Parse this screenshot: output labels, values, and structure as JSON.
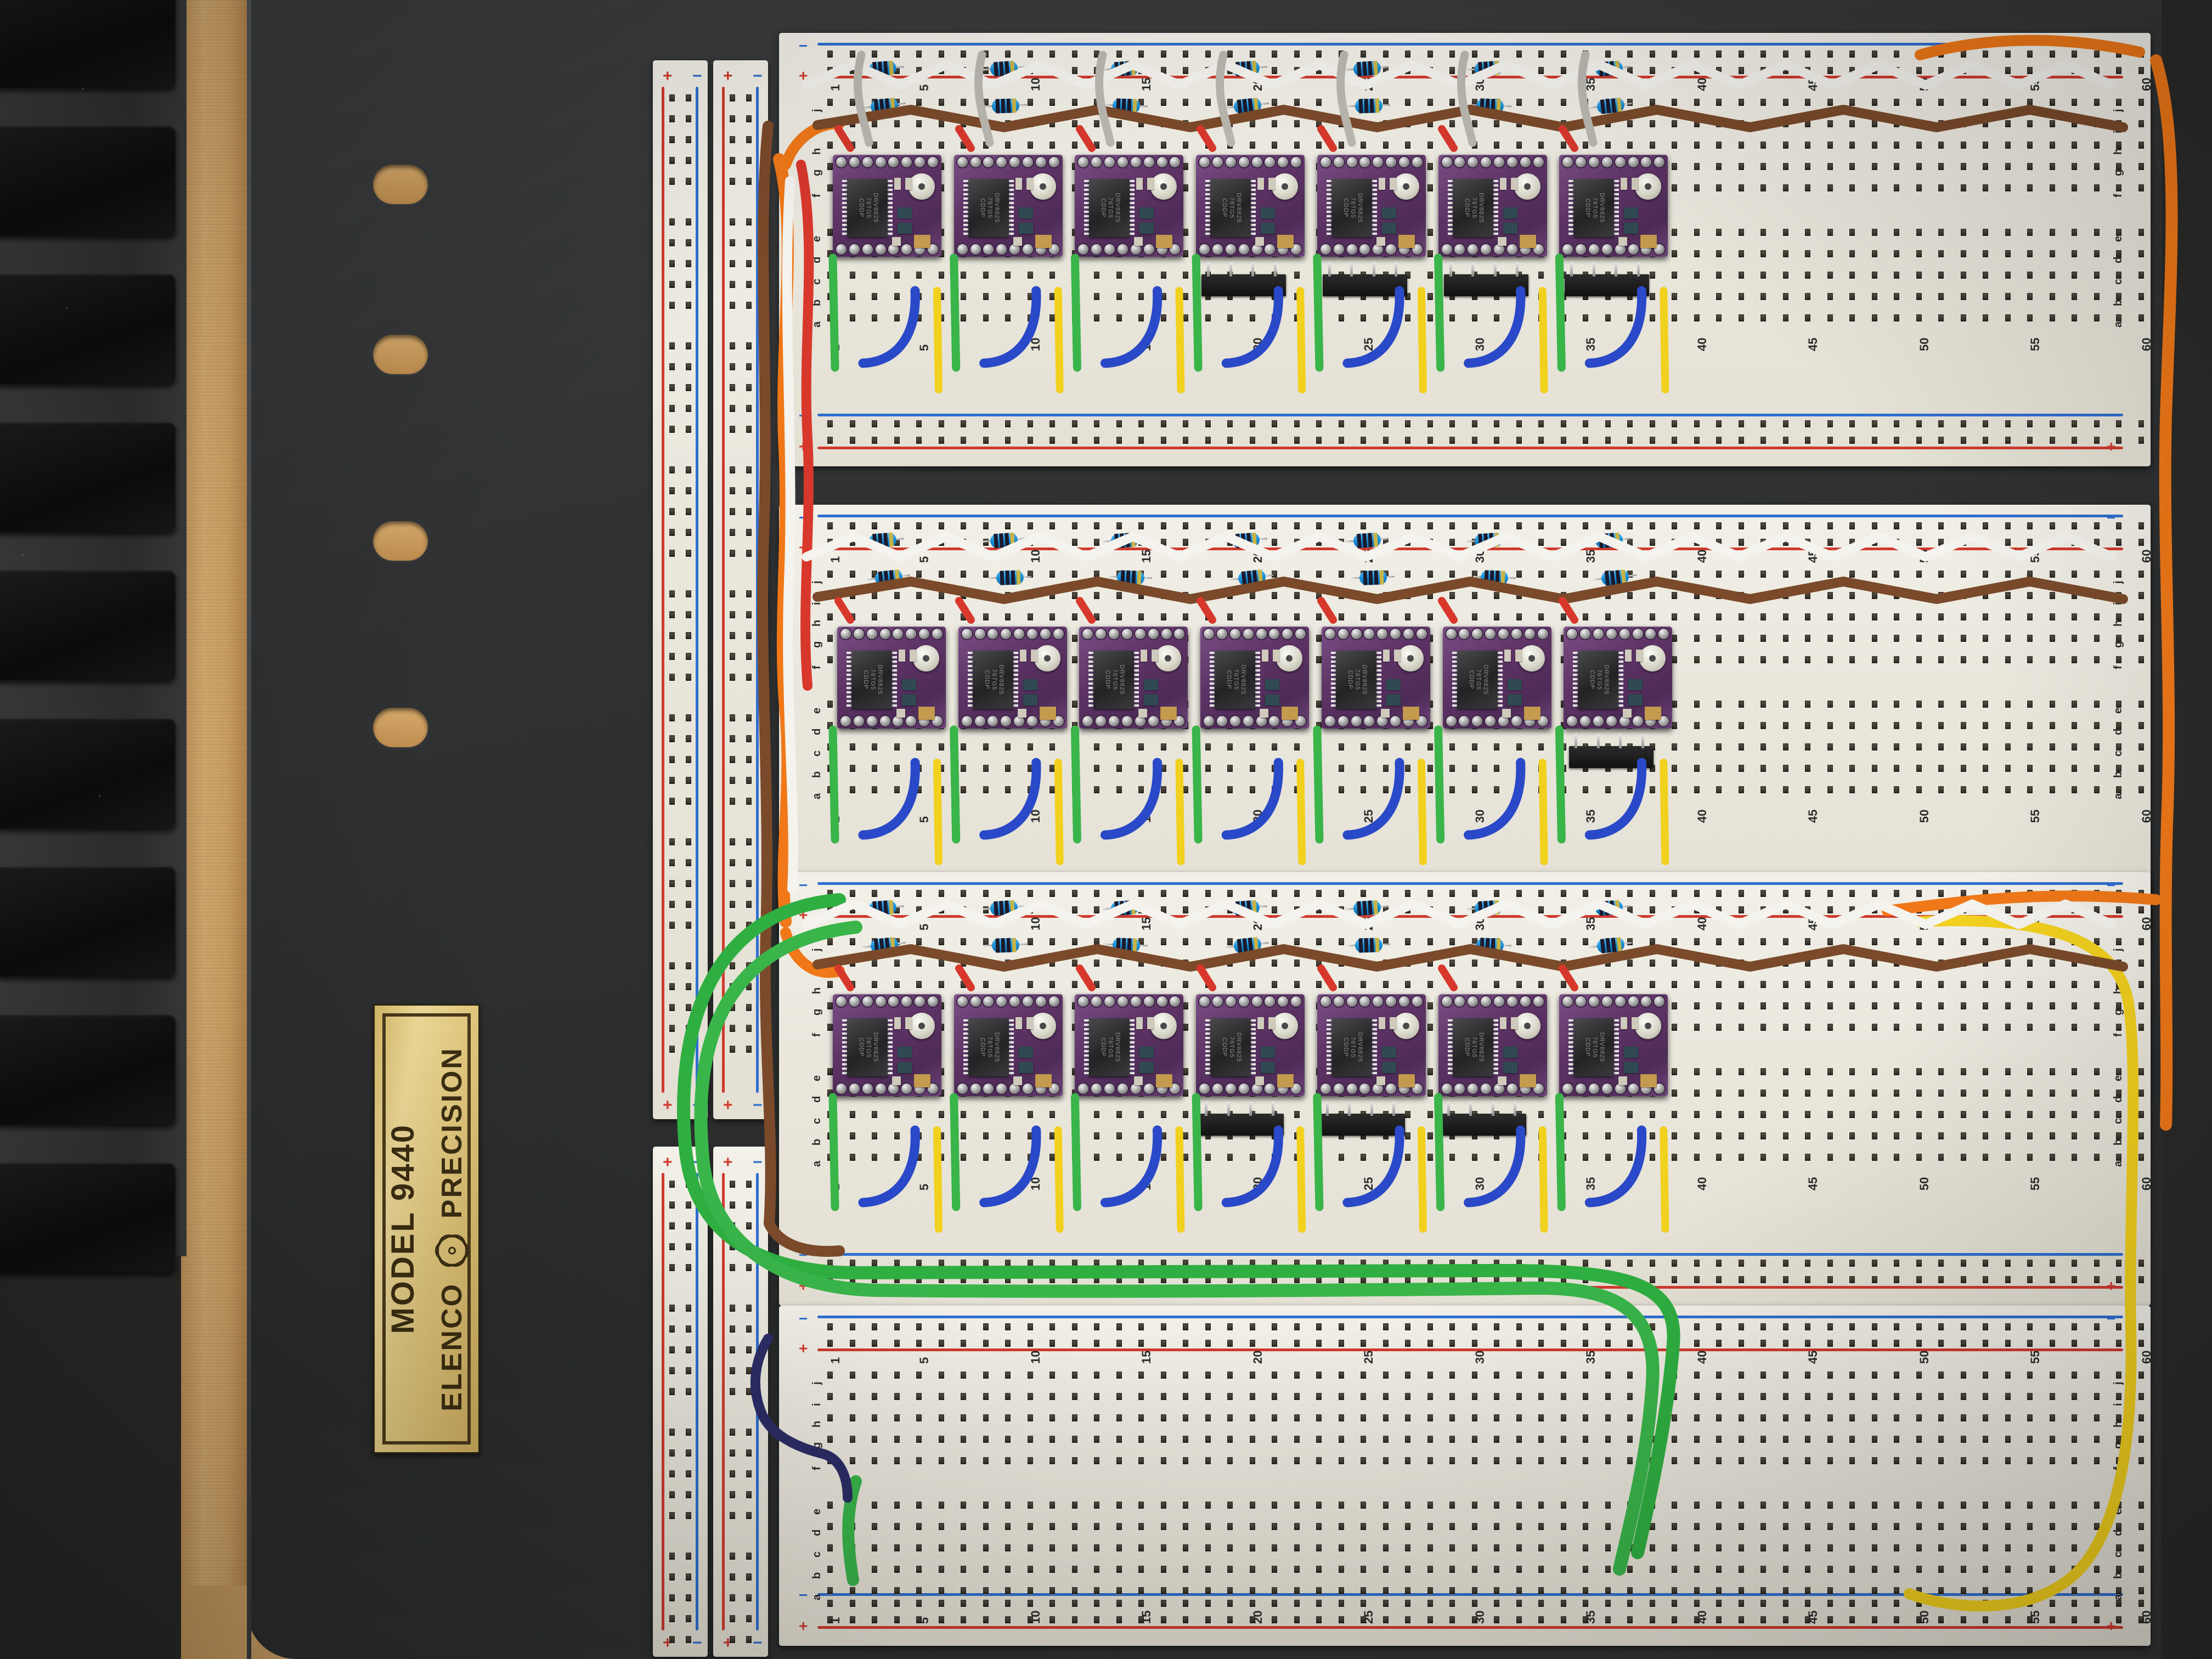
{
  "scene": {
    "description": "Top-down photo of three solderless breadboards populated with 21 purple DRV8825 stepper driver modules",
    "surface": "wooden desk",
    "keyboard_present": "black keyboard keys at left edge"
  },
  "nameplate": {
    "brand": "ELENCO",
    "line1": "ELENCO ⚛ PRECISION",
    "line2": "MODEL 9440",
    "brand_word": "ELENCO",
    "precision_word": "PRECISION",
    "model_text": "MODEL 9440",
    "logo": "atom-logo",
    "plate_color": "#e3c97e",
    "text_color": "#3c2e12"
  },
  "breadboard": {
    "column_labels": [
      "1",
      "5",
      "10",
      "15",
      "20",
      "25",
      "30",
      "35",
      "40",
      "45",
      "50",
      "55",
      "60"
    ],
    "row_labels_upper": [
      "j",
      "i",
      "h",
      "g",
      "f"
    ],
    "row_labels_lower": [
      "e",
      "d",
      "c",
      "b",
      "a"
    ],
    "rail_plus": "+",
    "rail_minus": "−",
    "rail_red_hex": "#d03a2e",
    "rail_blue_hex": "#2f6fd0",
    "body_hex": "#eae7dd"
  },
  "modules": {
    "name": "DRV8825 stepper motor driver module",
    "chip_marking_line1": "DRV8825",
    "chip_marking_line2": "76TG5",
    "chip_marking_line3": "CDDP",
    "pcb_color": "#5e3466",
    "count_row1": 7,
    "count_row2": 7,
    "count_row3": 7,
    "total": 21,
    "trimpot": "current-limit-potentiometer"
  },
  "components": {
    "resistor": "blue metal-film resistor",
    "resistor_band_colors": [
      "#1a1a2e",
      "#1a1a2e",
      "#1a1a2e",
      "#c9b445"
    ],
    "pin_header": "4-pin male header strip",
    "header_color": "#1a1a1a"
  },
  "wires": {
    "colors": {
      "white": "#f5f3ee",
      "brown": "#7a4a2a",
      "orange": "#f07818",
      "red": "#d8382c",
      "green": "#39b54a",
      "blue": "#2a49c8",
      "yellow": "#f2d01e",
      "gray": "#b9b7b0",
      "navy": "#2b2d66"
    },
    "notes": "jumper wires link power rails, driver STEP/DIR pins and module rows"
  },
  "hardware": {
    "board_color": "#303233",
    "slot_count": 4,
    "slot_label": "mounting-slot"
  }
}
